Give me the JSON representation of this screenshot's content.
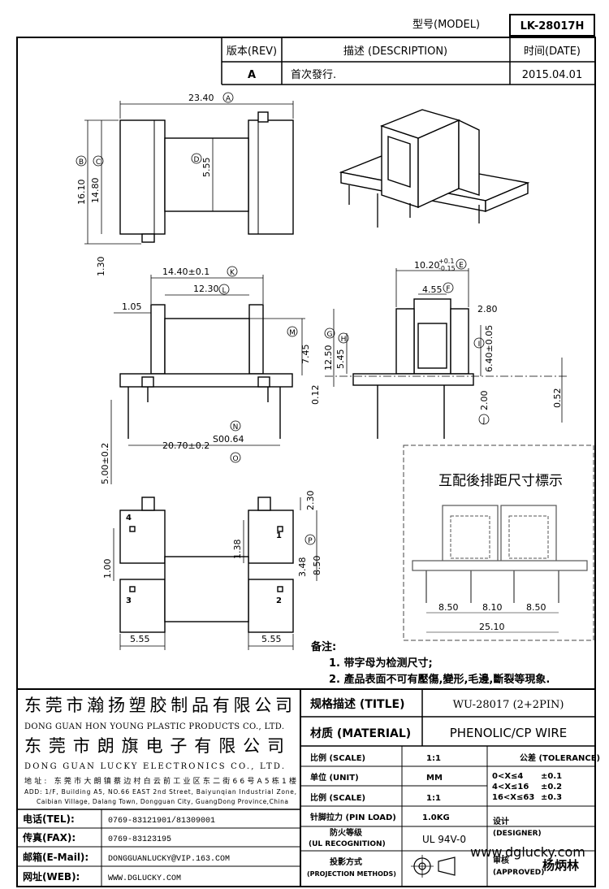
{
  "header": {
    "model_label": "型号(MODEL)",
    "model_value": "LK-28017H",
    "rev_label": "版本(REV)",
    "desc_label": "描述 (DESCRIPTION)",
    "date_label": "时间(DATE)",
    "rev_value": "A",
    "desc_value": "首次發行.",
    "date_value": "2015.04.01"
  },
  "top_view": {
    "dim_a": "23.40",
    "tag_a": "A",
    "dim_b": "16.10",
    "tag_b": "B",
    "dim_c": "14.80",
    "tag_c": "C",
    "dim_d": "5.55",
    "tag_d": "D",
    "dim_pin": "1.30"
  },
  "front_view": {
    "dim_k": "14.40±0.1",
    "tag_k": "K",
    "dim_l": "12.30",
    "tag_l": "L",
    "dim_m": "7.45",
    "tag_m": "M",
    "dim_105": "1.05",
    "dim_012": "0.12",
    "dim_n": "S00.64",
    "tag_n": "N",
    "dim_o": "20.70±0.2",
    "tag_o": "O",
    "dim_500": "5.00±0.2"
  },
  "side_view": {
    "dim_e": "10.20",
    "dim_e_tol_plus": "+0.1",
    "dim_e_tol_minus": "-0.15",
    "tag_e": "E",
    "dim_f": "4.55",
    "tag_f": "F",
    "dim_280": "2.80",
    "dim_g": "12.50",
    "tag_g": "G",
    "dim_h": "5.45",
    "tag_h": "H",
    "dim_i": "6.40±0.05",
    "tag_i": "I",
    "dim_200": "2.00",
    "tag_j": "J",
    "dim_052": "0.52"
  },
  "bottom_view": {
    "dim_230": "2.30",
    "dim_138": "1.38",
    "dim_p": "8.50",
    "tag_p": "P",
    "dim_348": "3.48",
    "dim_100": "1.00",
    "dim_555_l": "5.55",
    "dim_555_r": "5.55",
    "pin_1": "1",
    "pin_2": "2",
    "pin_3": "3",
    "pin_4": "4"
  },
  "inset": {
    "title": "互配後排距尺寸標示",
    "dim_1": "8.50",
    "dim_2": "8.10",
    "dim_3": "8.50",
    "dim_total": "25.10"
  },
  "notes": {
    "heading": "备注:",
    "note_1": "1. 带字母为检测尺寸;",
    "note_2": "2. 產品表面不可有壓傷,變形,毛邊,斷裂等現象."
  },
  "title_block": {
    "company_cn_1": "东莞市瀚扬塑胶制品有限公司",
    "company_en_1": "DONG GUAN HON YOUNG PLASTIC PRODUCTS CO., LTD.",
    "company_cn_2": "东莞市朗旗电子有限公司",
    "company_en_2": "DONG GUAN LUCKY ELECTRONICS CO., LTD.",
    "address_cn": "地址: 东莞市大朗镇蔡边村白云前工业区东二街66号A5栋1楼",
    "address_en_1": "ADD: 1/F, Building A5, NO.66 EAST 2nd Street, Baiyunqian Industrial Zone,",
    "address_en_2": "Caibian Village, Dalang Town, Dongguan City, GuangDong Province,China",
    "tel_label": "电话(TEL):",
    "tel_value": "0769-83121901/81309001",
    "fax_label": "传真(FAX):",
    "fax_value": "0769-83123195",
    "email_label": "邮箱(E-Mail):",
    "email_value": "DONGGUANLUCKY@VIP.163.COM",
    "web_label": "网址(WEB):",
    "web_value": "WWW.DGLUCKY.COM",
    "title_label": "规格描述 (TITLE)",
    "title_value": "WU-28017 (2+2PIN)",
    "material_label": "材质 (MATERIAL)",
    "material_value": "PHENOLIC/CP WIRE",
    "scale_label": "比例 (SCALE)",
    "scale_value": "1:1",
    "tolerance_label": "公差 (TOLERANCE)",
    "unit_label": "单位 (UNIT)",
    "unit_value": "MM",
    "tol_1": "0<X≤4",
    "tol_1v": "±0.1",
    "tol_2": "4<X≤16",
    "tol_2v": "±0.2",
    "tol_3": "16<X≤63",
    "tol_3v": "±0.3",
    "scale2_label": "比例 (SCALE)",
    "scale2_value": "1:1",
    "pin_load_label": "针脚拉力 (PIN LOAD)",
    "pin_load_value": "1.0KG",
    "designer_label_cn": "设计",
    "designer_label_en": "(DESIGNER)",
    "fire_label_cn": "防火等级",
    "fire_label_en": "(UL RECOGNITION)",
    "fire_value": "UL 94V-0",
    "projection_label_cn": "投影方式",
    "projection_label_en": "(PROJECTION METHODS)",
    "approved_label_cn": "审核",
    "approved_label_en": "(APPROVED)",
    "approved_value": "杨炳林",
    "watermark": "www.dglucky.com"
  }
}
